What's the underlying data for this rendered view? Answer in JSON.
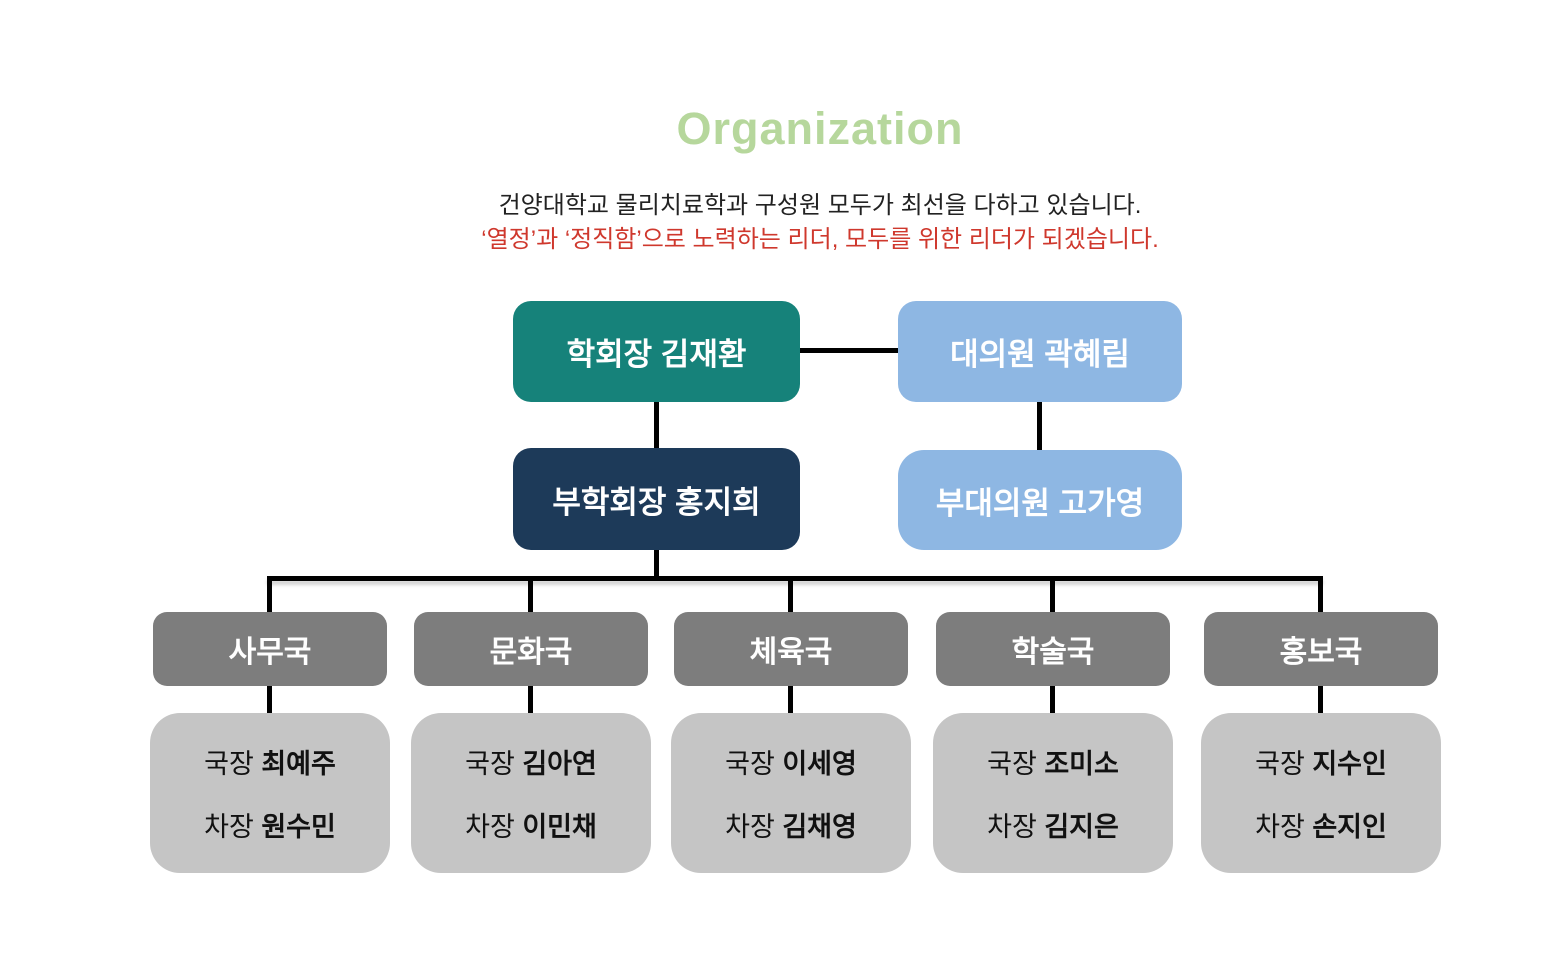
{
  "header": {
    "title": "Organization",
    "subtitle_line1": "건양대학교 물리치료학과 구성원 모두가 최선을 다하고 있습니다.",
    "subtitle_line2": "‘열정’과 ‘정직함’으로 노력하는 리더, 모두를 위한 리더가 되겠습니다."
  },
  "colors": {
    "title_green": "#b6d79c",
    "motto_red": "#cf382d",
    "president_teal": "#16827a",
    "delegate_blue": "#8eb7e3",
    "vice_president_navy": "#1d3a59",
    "department_gray": "#7d7d7d",
    "member_gray": "#c5c5c5",
    "connector_black": "#000000"
  },
  "leadership": {
    "president": {
      "label": "학회장 김재환"
    },
    "delegate": {
      "label": "대의원 곽혜림"
    },
    "vice_president": {
      "label": "부학회장 홍지희"
    },
    "vice_delegate": {
      "label": "부대의원 고가영"
    }
  },
  "roles": {
    "director": "국장",
    "deputy": "차장"
  },
  "departments": [
    {
      "name": "사무국",
      "director": "최예주",
      "deputy": "원수민"
    },
    {
      "name": "문화국",
      "director": "김아연",
      "deputy": "이민채"
    },
    {
      "name": "체육국",
      "director": "이세영",
      "deputy": "김채영"
    },
    {
      "name": "학술국",
      "director": "조미소",
      "deputy": "김지은"
    },
    {
      "name": "홍보국",
      "director": "지수인",
      "deputy": "손지인"
    }
  ]
}
